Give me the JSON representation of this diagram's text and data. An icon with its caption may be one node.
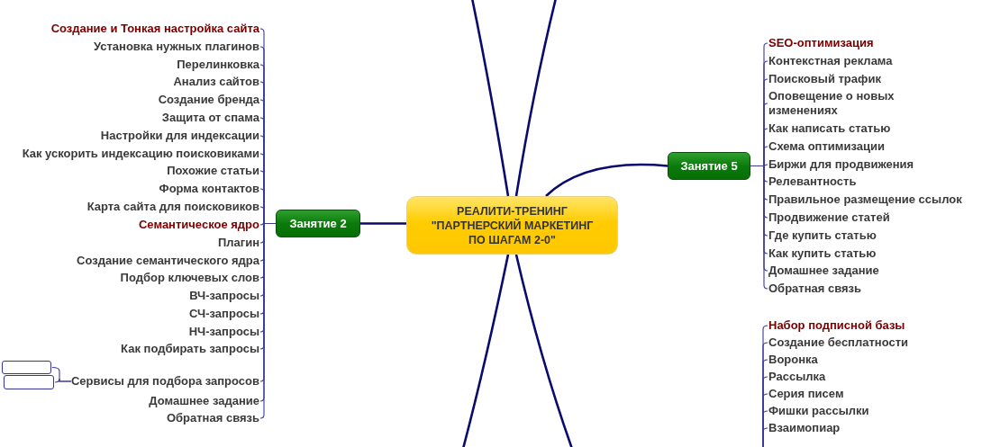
{
  "diagram": {
    "nodes": [
      {
        "text": [
          "РЕАЛИТИ-ТРЕНИНГ \"ПАРТНЕРСКИЙ МАРКЕТИНГ ПО ШАГАМ 2-0\""
        ]
      },
      {
        "text": [
          "Занятие 2"
        ]
      },
      {
        "text": [
          "Создание и Тонкая настройка сайта"
        ]
      },
      {
        "text": [
          "Установка нужных плагинов"
        ]
      },
      {
        "text": [
          "Перелинковка"
        ]
      },
      {
        "text": [
          "Анализ сайтов"
        ]
      },
      {
        "text": [
          "Создание бренда"
        ]
      },
      {
        "text": [
          "Защита от спама"
        ]
      },
      {
        "text": [
          "Настройки для индексации"
        ]
      },
      {
        "text": [
          "Как ускорить индексацию поисковиками"
        ]
      },
      {
        "text": [
          "Похожие статьи"
        ]
      },
      {
        "text": [
          "Форма контактов"
        ]
      },
      {
        "text": [
          "Карта сайта для поисковиков"
        ]
      },
      {
        "text": [
          "Семантическое ядро"
        ]
      },
      {
        "text": [
          "Плагин"
        ]
      },
      {
        "text": [
          "Создание семантического ядра"
        ]
      },
      {
        "text": [
          "Подбор ключевых слов"
        ]
      },
      {
        "text": [
          "ВЧ-запросы"
        ]
      },
      {
        "text": [
          "СЧ-запросы"
        ]
      },
      {
        "text": [
          "НЧ-запросы"
        ]
      },
      {
        "text": [
          "Как подбирать запросы"
        ]
      },
      {
        "text": [
          "Сервисы для подбора запросов"
        ]
      },
      {
        "text": [
          "Домашнее задание"
        ]
      },
      {
        "text": [
          "Обратная связь"
        ]
      },
      {
        "text": [],
        "shape": "box"
      },
      {
        "text": [],
        "shape": "box"
      },
      {
        "text": [
          "Занятие 5"
        ]
      },
      {
        "text": [
          "SEO-оптимизация"
        ]
      },
      {
        "text": [
          "Контекстная реклама"
        ]
      },
      {
        "text": [
          "Поисковый трафик"
        ]
      },
      {
        "text": [
          "Оповещение о новых изменениях"
        ]
      },
      {
        "text": [
          "Как написать статью"
        ]
      },
      {
        "text": [
          "Схема оптимизации"
        ]
      },
      {
        "text": [
          "Биржи для продвижения"
        ]
      },
      {
        "text": [
          "Релевантность"
        ]
      },
      {
        "text": [
          "Правильное размещение ссылок"
        ]
      },
      {
        "text": [
          "Продвижение статей"
        ]
      },
      {
        "text": [
          "Где купить статью"
        ]
      },
      {
        "text": [
          "Как купить статью"
        ]
      },
      {
        "text": [
          "Домашнее задание"
        ]
      },
      {
        "text": [
          "Обратная связь"
        ]
      },
      {
        "text": [
          "Набор подписной базы"
        ]
      },
      {
        "text": [
          "Создание бесплатности"
        ]
      },
      {
        "text": [
          "Воронка"
        ]
      },
      {
        "text": [
          "Рассылка"
        ]
      },
      {
        "text": [
          "Серия писем"
        ]
      },
      {
        "text": [
          "Фишки рассылки"
        ]
      },
      {
        "text": [
          "Взаимопиар"
        ]
      }
    ],
    "edges": [
      {
        "from": 0,
        "to": 1,
        "arrow": "none"
      },
      {
        "from": 0,
        "to": 26,
        "arrow": "none"
      },
      {
        "from": 0,
        "to": null,
        "arrow": "none"
      },
      {
        "from": 0,
        "to": null,
        "arrow": "none"
      },
      {
        "from": 0,
        "to": null,
        "arrow": "none"
      },
      {
        "from": 0,
        "to": null,
        "arrow": "none"
      },
      {
        "from": 1,
        "to": 2,
        "arrow": "none"
      },
      {
        "from": 1,
        "to": 3,
        "arrow": "none"
      },
      {
        "from": 1,
        "to": 4,
        "arrow": "none"
      },
      {
        "from": 1,
        "to": 5,
        "arrow": "none"
      },
      {
        "from": 1,
        "to": 6,
        "arrow": "none"
      },
      {
        "from": 1,
        "to": 7,
        "arrow": "none"
      },
      {
        "from": 1,
        "to": 8,
        "arrow": "none"
      },
      {
        "from": 1,
        "to": 9,
        "arrow": "none"
      },
      {
        "from": 1,
        "to": 10,
        "arrow": "none"
      },
      {
        "from": 1,
        "to": 11,
        "arrow": "none"
      },
      {
        "from": 1,
        "to": 12,
        "arrow": "none"
      },
      {
        "from": 1,
        "to": 13,
        "arrow": "none"
      },
      {
        "from": 1,
        "to": 14,
        "arrow": "none"
      },
      {
        "from": 1,
        "to": 15,
        "arrow": "none"
      },
      {
        "from": 1,
        "to": 16,
        "arrow": "none"
      },
      {
        "from": 1,
        "to": 17,
        "arrow": "none"
      },
      {
        "from": 1,
        "to": 18,
        "arrow": "none"
      },
      {
        "from": 1,
        "to": 19,
        "arrow": "none"
      },
      {
        "from": 1,
        "to": 20,
        "arrow": "none"
      },
      {
        "from": 1,
        "to": 21,
        "arrow": "none"
      },
      {
        "from": 1,
        "to": 22,
        "arrow": "none"
      },
      {
        "from": 1,
        "to": 23,
        "arrow": "none"
      },
      {
        "from": 21,
        "to": 24,
        "arrow": "none"
      },
      {
        "from": 21,
        "to": 25,
        "arrow": "none"
      },
      {
        "from": 26,
        "to": 27,
        "arrow": "none"
      },
      {
        "from": 26,
        "to": 28,
        "arrow": "none"
      },
      {
        "from": 26,
        "to": 29,
        "arrow": "none"
      },
      {
        "from": 26,
        "to": 30,
        "arrow": "none"
      },
      {
        "from": 26,
        "to": 31,
        "arrow": "none"
      },
      {
        "from": 26,
        "to": 32,
        "arrow": "none"
      },
      {
        "from": 26,
        "to": 33,
        "arrow": "none"
      },
      {
        "from": 26,
        "to": 34,
        "arrow": "none"
      },
      {
        "from": 26,
        "to": 35,
        "arrow": "none"
      },
      {
        "from": 26,
        "to": 36,
        "arrow": "none"
      },
      {
        "from": 26,
        "to": 37,
        "arrow": "none"
      },
      {
        "from": 26,
        "to": 38,
        "arrow": "none"
      },
      {
        "from": 26,
        "to": 39,
        "arrow": "none"
      },
      {
        "from": 26,
        "to": 40,
        "arrow": "none"
      },
      {
        "from": null,
        "to": 41,
        "arrow": "none"
      },
      {
        "from": null,
        "to": 42,
        "arrow": "none"
      },
      {
        "from": null,
        "to": 43,
        "arrow": "none"
      },
      {
        "from": null,
        "to": 44,
        "arrow": "none"
      },
      {
        "from": null,
        "to": 45,
        "arrow": "none"
      },
      {
        "from": null,
        "to": 46,
        "arrow": "none"
      },
      {
        "from": null,
        "to": 47,
        "arrow": "none"
      }
    ]
  }
}
